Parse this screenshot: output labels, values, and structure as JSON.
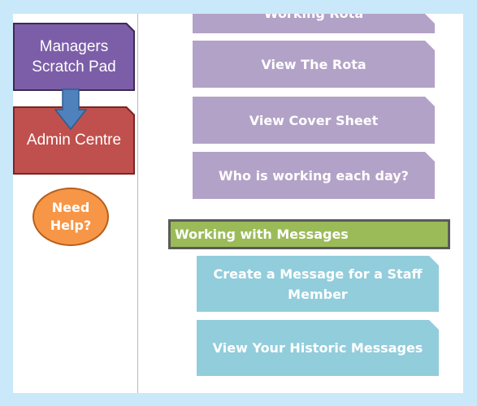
{
  "sidebar": {
    "managers_scratch_pad": "Managers Scratch Pad",
    "admin_centre": "Admin Centre",
    "need_help": "Need Help?"
  },
  "rota_section": {
    "buttons": [
      {
        "label": "Working Rota"
      },
      {
        "label": "View The Rota"
      },
      {
        "label": "View Cover Sheet"
      },
      {
        "label": "Who is working each day?"
      }
    ]
  },
  "messages_section": {
    "title": "Working with Messages",
    "buttons": [
      {
        "label": "Create a Message for a Staff Member"
      },
      {
        "label": "View Your Historic Messages"
      }
    ]
  },
  "colors": {
    "background": "#c9e8f9",
    "purple_button": "#b3a2c7",
    "blue_button": "#92cddc",
    "section_header": "#9bbb59",
    "managers_box": "#7c5ea8",
    "admin_box": "#c0504d",
    "help_bubble": "#f79646",
    "arrow": "#4f81bd"
  }
}
